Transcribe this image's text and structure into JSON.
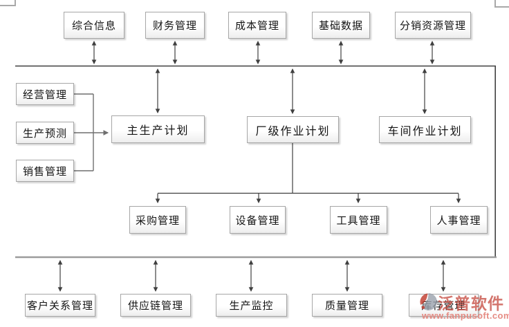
{
  "diagram": {
    "top_row": [
      "综合信息",
      "财务管理",
      "成本管理",
      "基础数据",
      "分销资源管理"
    ],
    "left_column": [
      "经营管理",
      "生产预测",
      "销售管理"
    ],
    "plan_row": [
      "主生产计划",
      "厂级作业计划",
      "车间作业计划"
    ],
    "resource_row": [
      "采购管理",
      "设备管理",
      "工具管理",
      "人事管理"
    ],
    "bottom_row": [
      "客户关系管理",
      "供应链管理",
      "生产监控",
      "质量管理",
      "库存管理"
    ]
  },
  "watermark": {
    "brand": "泛普软件",
    "url": "www.fanpusoft.com"
  },
  "colors": {
    "connector_dark": "#3f3f3f",
    "connector_gray": "#6f6f6f",
    "bus_bottom_gray": "#9c9c9c",
    "box_border": "#a6a6a6",
    "watermark_red": "#c64e44"
  }
}
